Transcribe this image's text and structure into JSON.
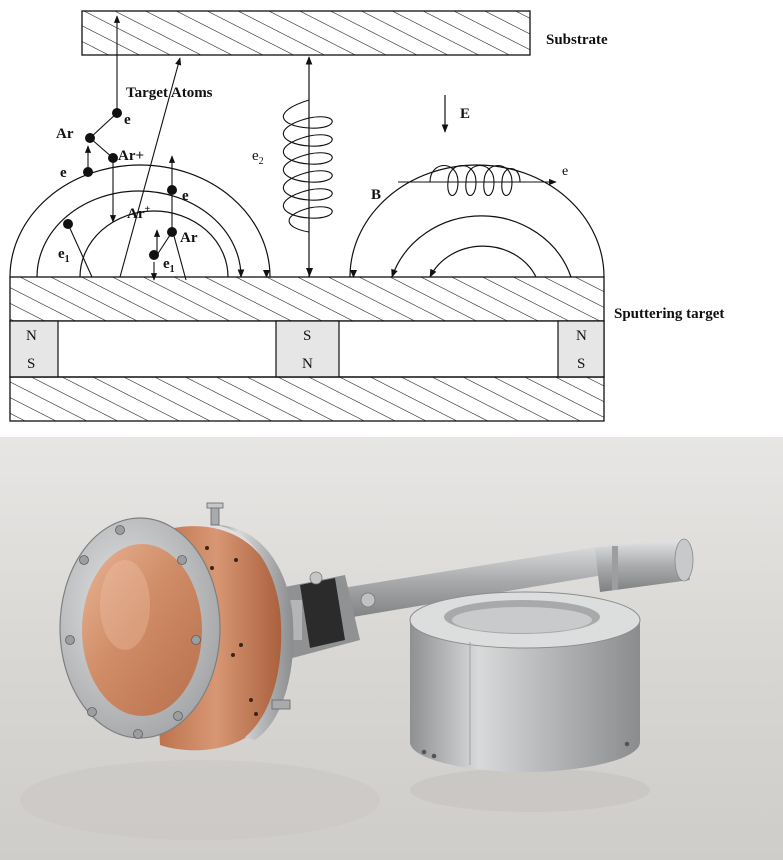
{
  "diagram": {
    "labels": {
      "substrate": "Substrate",
      "target_atoms": "Target Atoms",
      "sputtering_target": "Sputtering target",
      "e_field": "E",
      "b_field": "B",
      "electron": "e",
      "electron_out": "e",
      "e2": "e",
      "e2_sub": "2",
      "e1_left": "e",
      "e1_left_sub": "1",
      "e1_mid": "e",
      "e1_mid_sub": "1",
      "ar_top": "Ar",
      "ar_plus_top": "Ar+",
      "ar_plus_mid": "Ar",
      "ar_plus_mid_sup": "+",
      "ar_right": "Ar",
      "e_top": "e",
      "e_left": "e",
      "e_mid": "e"
    },
    "magnets": {
      "left": {
        "top": "N",
        "bottom": "S"
      },
      "center": {
        "top": "S",
        "bottom": "N"
      },
      "right": {
        "top": "N",
        "bottom": "S"
      }
    }
  },
  "photo": {
    "description_colors": {
      "background": "#d9d7d4",
      "copper": "#c98a62",
      "steel": "#b9bbbd"
    }
  }
}
